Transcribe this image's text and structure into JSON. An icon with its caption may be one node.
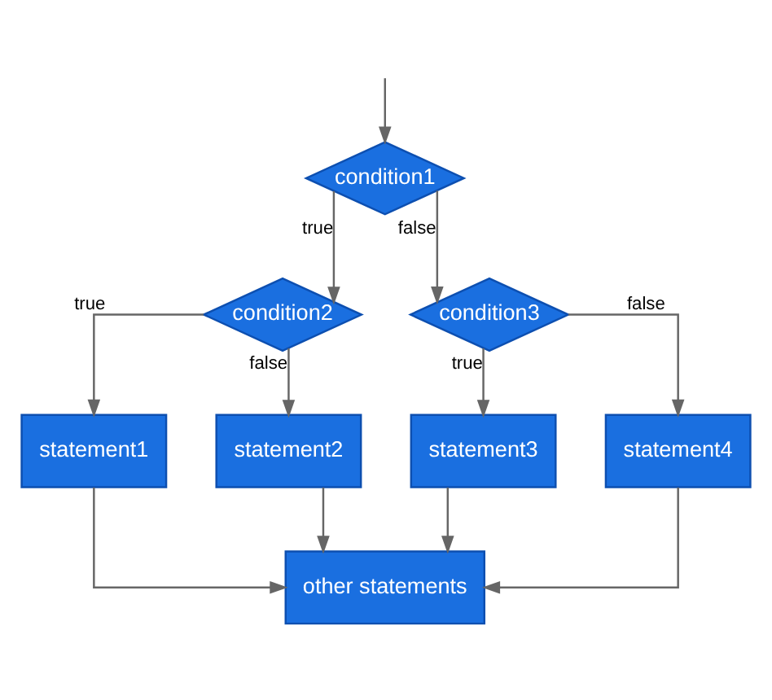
{
  "diagram": {
    "nodes": [
      {
        "text": [
          "condition1"
        ]
      },
      {
        "text": [
          "condition2"
        ]
      },
      {
        "text": [
          "condition3"
        ]
      },
      {
        "text": [
          "statement1"
        ]
      },
      {
        "text": [
          "statement2"
        ]
      },
      {
        "text": [
          "statement3"
        ]
      },
      {
        "text": [
          "statement4"
        ]
      },
      {
        "text": [
          "other statements"
        ]
      }
    ],
    "edges": [
      {
        "from": null,
        "to": 0,
        "arrow": "to"
      },
      {
        "from": 0,
        "to": 1,
        "arrow": "to",
        "label": "true"
      },
      {
        "from": 0,
        "to": 2,
        "arrow": "to",
        "label": "false"
      },
      {
        "from": 1,
        "to": 3,
        "arrow": "to",
        "label": "true"
      },
      {
        "from": 1,
        "to": 4,
        "arrow": "to",
        "label": "false"
      },
      {
        "from": 2,
        "to": 5,
        "arrow": "to",
        "label": "true"
      },
      {
        "from": 2,
        "to": 6,
        "arrow": "to",
        "label": "false"
      },
      {
        "from": 3,
        "to": 7,
        "arrow": "to"
      },
      {
        "from": 4,
        "to": 7,
        "arrow": "to"
      },
      {
        "from": 5,
        "to": 7,
        "arrow": "to"
      },
      {
        "from": 6,
        "to": 7,
        "arrow": "to"
      }
    ]
  }
}
